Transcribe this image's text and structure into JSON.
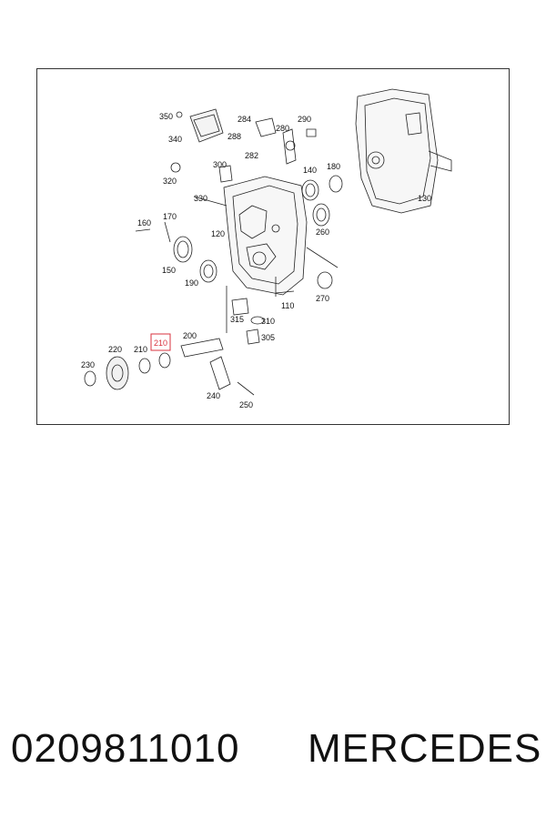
{
  "labels": [
    {
      "id": "350",
      "text": "350"
    },
    {
      "id": "340",
      "text": "340"
    },
    {
      "id": "284",
      "text": "284"
    },
    {
      "id": "288",
      "text": "288"
    },
    {
      "id": "282",
      "text": "282"
    },
    {
      "id": "280",
      "text": "280"
    },
    {
      "id": "290",
      "text": "290"
    },
    {
      "id": "300",
      "text": "300"
    },
    {
      "id": "320",
      "text": "320"
    },
    {
      "id": "330",
      "text": "330"
    },
    {
      "id": "140",
      "text": "140"
    },
    {
      "id": "180",
      "text": "180"
    },
    {
      "id": "130",
      "text": "130"
    },
    {
      "id": "160",
      "text": "160"
    },
    {
      "id": "170",
      "text": "170"
    },
    {
      "id": "120",
      "text": "120"
    },
    {
      "id": "260",
      "text": "260"
    },
    {
      "id": "150",
      "text": "150"
    },
    {
      "id": "190",
      "text": "190"
    },
    {
      "id": "110",
      "text": "110"
    },
    {
      "id": "270",
      "text": "270"
    },
    {
      "id": "315",
      "text": "315"
    },
    {
      "id": "310",
      "text": "310"
    },
    {
      "id": "305",
      "text": "305"
    },
    {
      "id": "200",
      "text": "200"
    },
    {
      "id": "220",
      "text": "220"
    },
    {
      "id": "210a",
      "text": "210"
    },
    {
      "id": "210b",
      "text": "210"
    },
    {
      "id": "230",
      "text": "230"
    },
    {
      "id": "240",
      "text": "240"
    },
    {
      "id": "250",
      "text": "250"
    }
  ],
  "highlighted_label": "210",
  "highlight_color": "#d9333f",
  "footer": {
    "part_number": "0209811010",
    "brand": "MERCEDES"
  }
}
